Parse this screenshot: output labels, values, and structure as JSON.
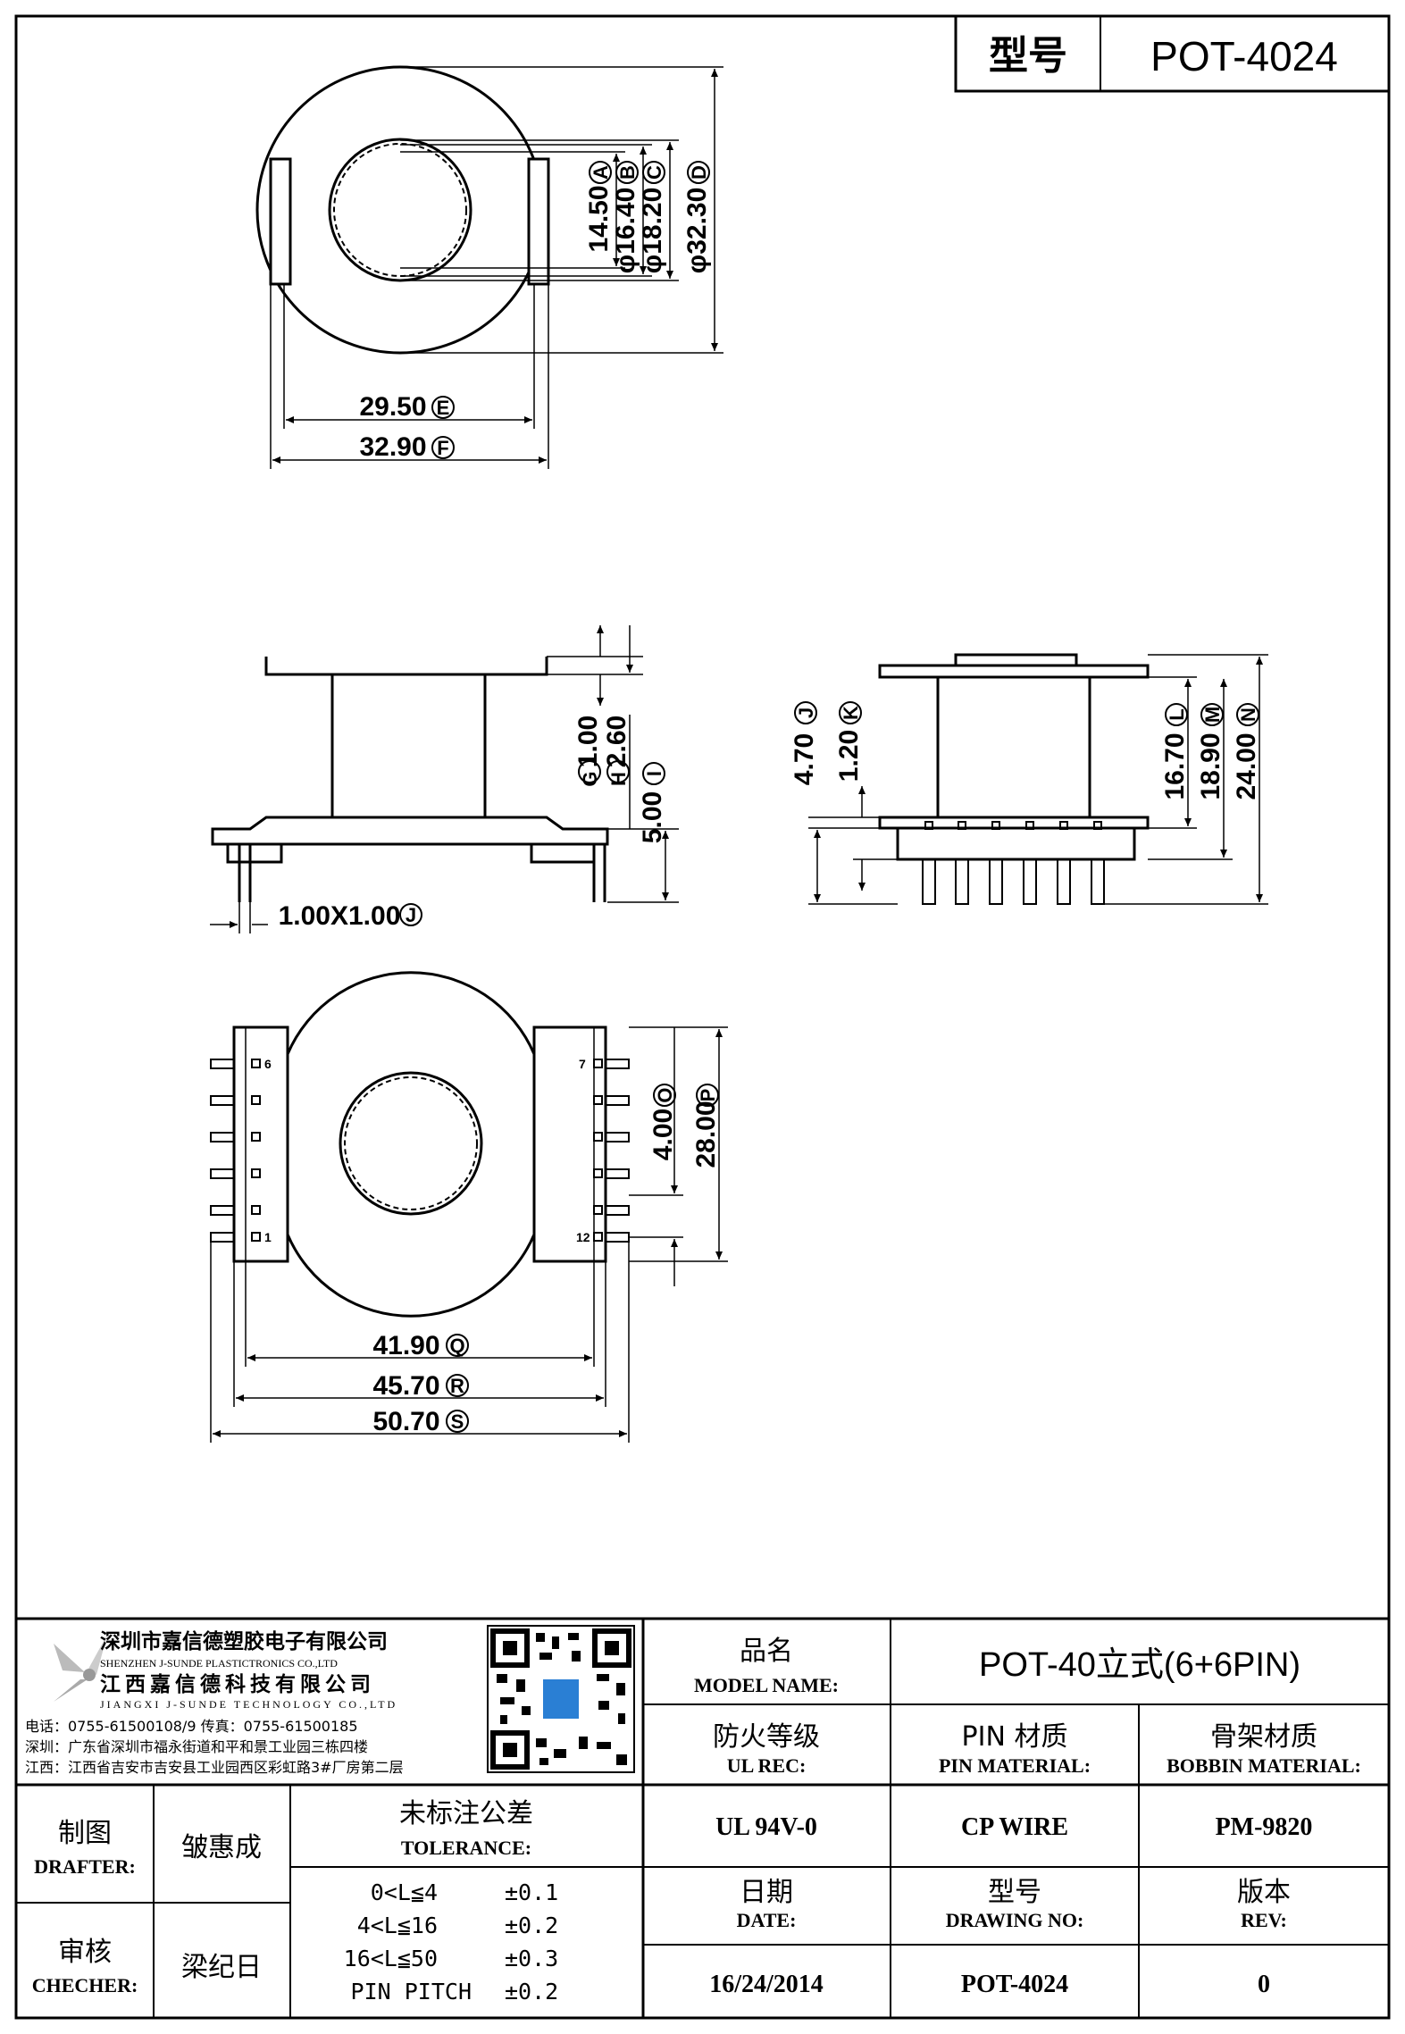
{
  "header": {
    "model_label": "型号",
    "model_value": "POT-4024"
  },
  "top_view": {
    "dims": [
      {
        "value": "14.50",
        "tag": "A"
      },
      {
        "value": "φ16.40",
        "tag": "B"
      },
      {
        "value": "φ18.20",
        "tag": "C"
      },
      {
        "value": "φ32.30",
        "tag": "D"
      },
      {
        "value": "29.50",
        "tag": "E"
      },
      {
        "value": "32.90",
        "tag": "F"
      }
    ]
  },
  "side_view": {
    "dims": [
      {
        "value": "1.00",
        "tag": "G"
      },
      {
        "value": "2.60",
        "tag": "H"
      },
      {
        "value": "5.00",
        "tag": "I"
      },
      {
        "value": "1.00X1.00",
        "tag": "J"
      }
    ]
  },
  "front_view": {
    "dims": [
      {
        "value": "4.70",
        "tag": "J"
      },
      {
        "value": "1.20",
        "tag": "K"
      },
      {
        "value": "16.70",
        "tag": "L"
      },
      {
        "value": "18.90",
        "tag": "M"
      },
      {
        "value": "24.00",
        "tag": "N"
      }
    ]
  },
  "bottom_view": {
    "pin_labels": {
      "top_left": "6",
      "top_right": "7",
      "bottom_left": "1",
      "bottom_right": "12"
    },
    "dims": [
      {
        "value": "4.00",
        "tag": "O"
      },
      {
        "value": "28.00",
        "tag": "P"
      },
      {
        "value": "41.90",
        "tag": "Q"
      },
      {
        "value": "45.70",
        "tag": "R"
      },
      {
        "value": "50.70",
        "tag": "S"
      }
    ]
  },
  "title_block": {
    "company_cn_1": "深圳市嘉信德塑胶电子有限公司",
    "company_en_1": "SHENZHEN J-SUNDE PLASTICTRONICS CO.,LTD",
    "company_cn_2": "江西嘉信德科技有限公司",
    "company_en_2": "JIANGXI J-SUNDE TECHNOLOGY CO.,LTD",
    "phone_line": "电话：0755-61500108/9    传真：0755-61500185",
    "shenzhen_addr": "深圳：广东省深圳市福永街道和平和景工业园三栋四楼",
    "jiangxi_addr": "江西：江西省吉安市吉安县工业园西区彩虹路3#厂房第二层",
    "model_name_zh": "品名",
    "model_name_en": "MODEL NAME:",
    "model_name_value": "POT-40立式(6+6PIN)",
    "ul_zh": "防火等级",
    "ul_en": "UL REC:",
    "pin_mat_zh": "PIN 材质",
    "pin_mat_en": "PIN MATERIAL:",
    "bobbin_mat_zh": "骨架材质",
    "bobbin_mat_en": "BOBBIN MATERIAL:",
    "ul_value": "UL 94V-0",
    "pin_mat_value": "CP WIRE",
    "bobbin_mat_value": "PM-9820",
    "drafter_zh": "制图",
    "drafter_en": "DRAFTER:",
    "drafter_name": "皱惠成",
    "checker_zh": "审核",
    "checker_en": "CHECHER:",
    "checker_name": "梁纪日",
    "tolerance_zh": "未标注公差",
    "tolerance_en": "TOLERANCE:",
    "tolerance_rows": [
      {
        "range": "0<L≦4",
        "value": "±0.1"
      },
      {
        "range": "4<L≦16",
        "value": "±0.2"
      },
      {
        "range": "16<L≦50",
        "value": "±0.3"
      },
      {
        "range": "PIN PITCH",
        "value": "±0.2"
      }
    ],
    "date_zh": "日期",
    "date_en": "DATE:",
    "drawing_no_zh": "型号",
    "drawing_no_en": "DRAWING NO:",
    "rev_zh": "版本",
    "rev_en": "REV:",
    "date_value": "16/24/2014",
    "drawing_no_value": "POT-4024",
    "rev_value": "0"
  }
}
